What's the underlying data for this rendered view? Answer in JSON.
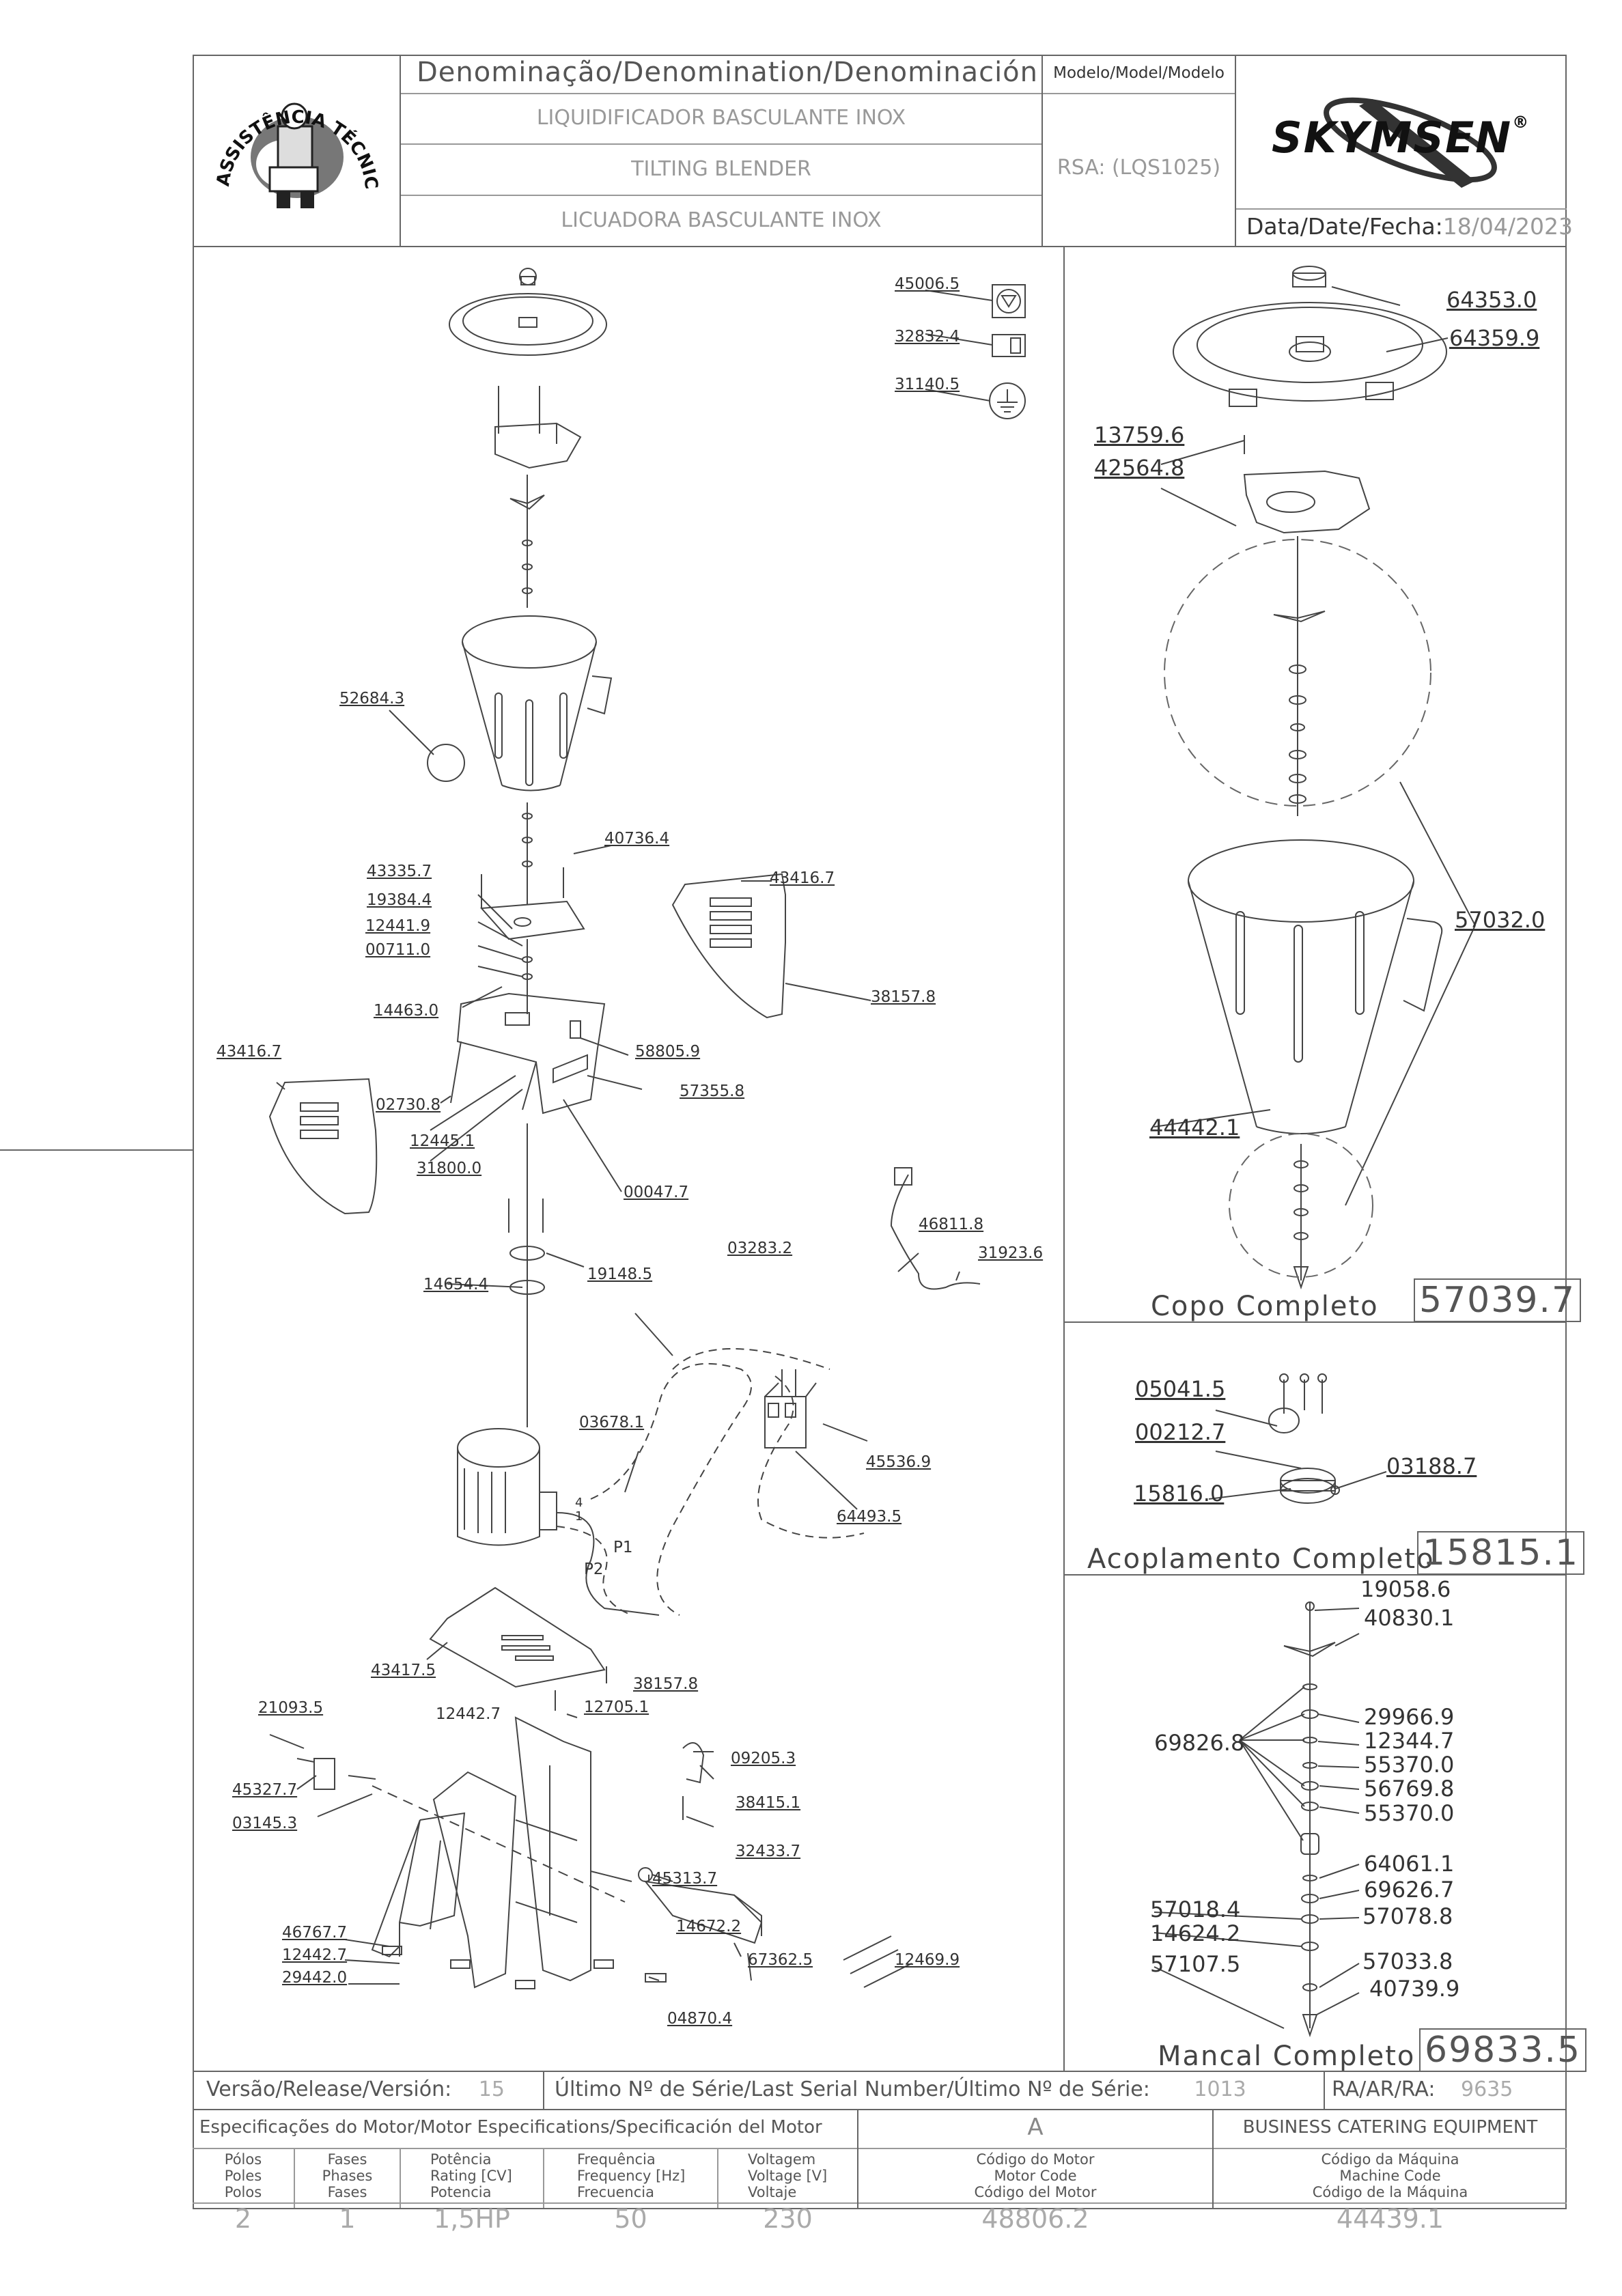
{
  "header": {
    "denomination_label": "Denominação/Denomination/Denominación",
    "name_pt": "LIQUIDIFICADOR  BASCULANTE  INOX",
    "name_en": "TILTING  BLENDER",
    "name_es": "LICUADORA  BASCULANTE  INOX",
    "model_label": "Modelo/Model/Modelo",
    "model_value": "RSA:  (LQS1025)",
    "brand": "SKYMSEN",
    "brand_mark": "®",
    "date_label": "Data/Date/Fecha:",
    "date_value": "18/04/2023",
    "seal_text": "ASSISTÊNCIA TÉCNICA AUTORIZADA"
  },
  "main_labels": [
    {
      "id": "l45006",
      "text": "45006.5"
    },
    {
      "id": "l32832",
      "text": "32832.4"
    },
    {
      "id": "l31140",
      "text": "31140.5"
    },
    {
      "id": "l52684",
      "text": "52684.3"
    },
    {
      "id": "l40736",
      "text": "40736.4"
    },
    {
      "id": "l43335",
      "text": "43335.7"
    },
    {
      "id": "l19384",
      "text": "19384.4"
    },
    {
      "id": "l12441",
      "text": "12441.9"
    },
    {
      "id": "l00711",
      "text": "00711.0"
    },
    {
      "id": "l14463",
      "text": "14463.0"
    },
    {
      "id": "l43416a",
      "text": "43416.7"
    },
    {
      "id": "l38157a",
      "text": "38157.8"
    },
    {
      "id": "l43416b",
      "text": "43416.7"
    },
    {
      "id": "l58805",
      "text": "58805.9"
    },
    {
      "id": "l57355",
      "text": "57355.8"
    },
    {
      "id": "l02730",
      "text": "02730.8"
    },
    {
      "id": "l12445",
      "text": "12445.1"
    },
    {
      "id": "l31800",
      "text": "31800.0"
    },
    {
      "id": "l00047",
      "text": "00047.7"
    },
    {
      "id": "l46811",
      "text": "46811.8"
    },
    {
      "id": "l03283",
      "text": "03283.2"
    },
    {
      "id": "l31923",
      "text": "31923.6"
    },
    {
      "id": "l19148",
      "text": "19148.5"
    },
    {
      "id": "l14654",
      "text": "14654.4"
    },
    {
      "id": "l03678",
      "text": "03678.1"
    },
    {
      "id": "l45536",
      "text": "45536.9"
    },
    {
      "id": "l64493",
      "text": "64493.5"
    },
    {
      "id": "lP1",
      "text": "P1"
    },
    {
      "id": "lP2",
      "text": "P2"
    },
    {
      "id": "l4",
      "text": "4"
    },
    {
      "id": "l1",
      "text": "1"
    },
    {
      "id": "l43417",
      "text": "43417.5"
    },
    {
      "id": "l38157b",
      "text": "38157.8"
    },
    {
      "id": "l12442a",
      "text": "12442.7"
    },
    {
      "id": "l12705",
      "text": "12705.1"
    },
    {
      "id": "l21093",
      "text": "21093.5"
    },
    {
      "id": "l45327",
      "text": "45327.7"
    },
    {
      "id": "l03145",
      "text": "03145.3"
    },
    {
      "id": "l09205",
      "text": "09205.3"
    },
    {
      "id": "l38415",
      "text": "38415.1"
    },
    {
      "id": "l32433",
      "text": "32433.7"
    },
    {
      "id": "l45313",
      "text": "45313.7"
    },
    {
      "id": "l14672",
      "text": "14672.2"
    },
    {
      "id": "l67362",
      "text": "67362.5"
    },
    {
      "id": "l12469",
      "text": "12469.9"
    },
    {
      "id": "l46767",
      "text": "46767.7"
    },
    {
      "id": "l12442b",
      "text": "12442.7"
    },
    {
      "id": "l29442",
      "text": "29442.0"
    },
    {
      "id": "l04870",
      "text": "04870.4"
    }
  ],
  "copo": {
    "title": "Copo  Completo",
    "code": "57039.7",
    "labels": [
      "64353.0",
      "64359.9",
      "13759.6",
      "42564.8",
      "57032.0",
      "44442.1"
    ]
  },
  "acoplamento": {
    "title": "Acoplamento  Completo",
    "code": "15815.1",
    "labels": [
      "05041.5",
      "00212.7",
      "03188.7",
      "15816.0"
    ]
  },
  "mancal": {
    "title": "Mancal  Completo",
    "code": "69833.5",
    "labels": [
      "19058.6",
      "40830.1",
      "29966.9",
      "12344.7",
      "55370.0",
      "56769.8",
      "55370.0",
      "69826.8",
      "64061.1",
      "69626.7",
      "57018.4",
      "57078.8",
      "14624.2",
      "57107.5",
      "57033.8",
      "40739.9"
    ]
  },
  "footer": {
    "version_label": "Versão/Release/Versión:",
    "version_value": "15",
    "serial_label": "Último  Nº  de  Série/Last  Serial  Number/Último  Nº  de  Série:",
    "serial_value": "1013",
    "ra_label": "RA/AR/RA:",
    "ra_value": "9635",
    "motor_spec_label": "Especificações do Motor/Motor Especifications/Specificación del Motor",
    "motor_class": "A",
    "company": "BUSINESS  CATERING  EQUIPMENT",
    "col_poles": "Pólos\nPoles\nPolos",
    "col_phases": "Fases\nPhases\nFases",
    "col_power": "Potência\nRating [CV]\nPotencia",
    "col_freq": "Frequência\nFrequency [Hz]\nFrecuencia",
    "col_voltage": "Voltagem\nVoltage [V]\nVoltaje",
    "col_motor_code": "Código do Motor\nMotor Code\nCódigo del Motor",
    "col_machine_code": "Código da Máquina\nMachine Code\nCódigo de la Máquina",
    "val_poles": "2",
    "val_phases": "1",
    "val_power": "1,5HP",
    "val_freq": "50",
    "val_voltage": "230",
    "val_motor_code": "48806.2",
    "val_machine_code": "44439.1"
  }
}
